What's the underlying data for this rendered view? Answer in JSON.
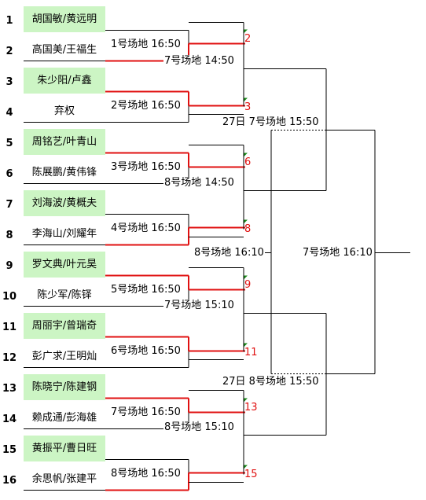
{
  "seeds": [
    "1",
    "2",
    "3",
    "4",
    "5",
    "6",
    "7",
    "8",
    "9",
    "10",
    "11",
    "12",
    "13",
    "14",
    "15",
    "16"
  ],
  "teams": [
    {
      "name": "胡国敏/黄远明",
      "highlight": true
    },
    {
      "name": "高国美/王福生",
      "highlight": false
    },
    {
      "name": "朱少阳/卢鑫",
      "highlight": true
    },
    {
      "name": "弃权",
      "highlight": false
    },
    {
      "name": "周铭艺/叶青山",
      "highlight": true
    },
    {
      "name": "陈展鹏/黄伟锋",
      "highlight": false
    },
    {
      "name": "刘海波/黄概夫",
      "highlight": true
    },
    {
      "name": "李海山/刘耀年",
      "highlight": false
    },
    {
      "name": "罗文典/叶元昊",
      "highlight": true
    },
    {
      "name": "陈少军/陈铎",
      "highlight": false
    },
    {
      "name": "周丽宇/曾瑞奇",
      "highlight": true
    },
    {
      "name": "彭广求/王明灿",
      "highlight": false
    },
    {
      "name": "陈晓宁/陈建钢",
      "highlight": true
    },
    {
      "name": "赖成通/彭海雄",
      "highlight": false
    },
    {
      "name": "黄振平/曹日旺",
      "highlight": true
    },
    {
      "name": "余思帆/张建平",
      "highlight": false
    }
  ],
  "round1_venues": [
    "1号场地 16:50",
    "2号场地 16:50",
    "3号场地 16:50",
    "4号场地 16:50",
    "5号场地 16:50",
    "6号场地 16:50",
    "7号场地 16:50",
    "8号场地 16:50"
  ],
  "round1_results": [
    "2",
    "3",
    "6",
    "8",
    "9",
    "11",
    "13",
    "15"
  ],
  "round2_venues": [
    "7号场地 14:50",
    "8号场地 14:50",
    "7号场地 15:10",
    "8号场地 15:10"
  ],
  "round3_venues": [
    "27日 7号场地 15:50",
    "27日 8号场地 15:50"
  ],
  "round4_venues": [
    "8号场地 16:10",
    "7号场地 16:10"
  ],
  "colors": {
    "highlight": "#ccf5c4",
    "winner_line": "#e01010",
    "result_marker": "#1a8a1a",
    "line": "#000000",
    "result_text": "#e01010"
  }
}
